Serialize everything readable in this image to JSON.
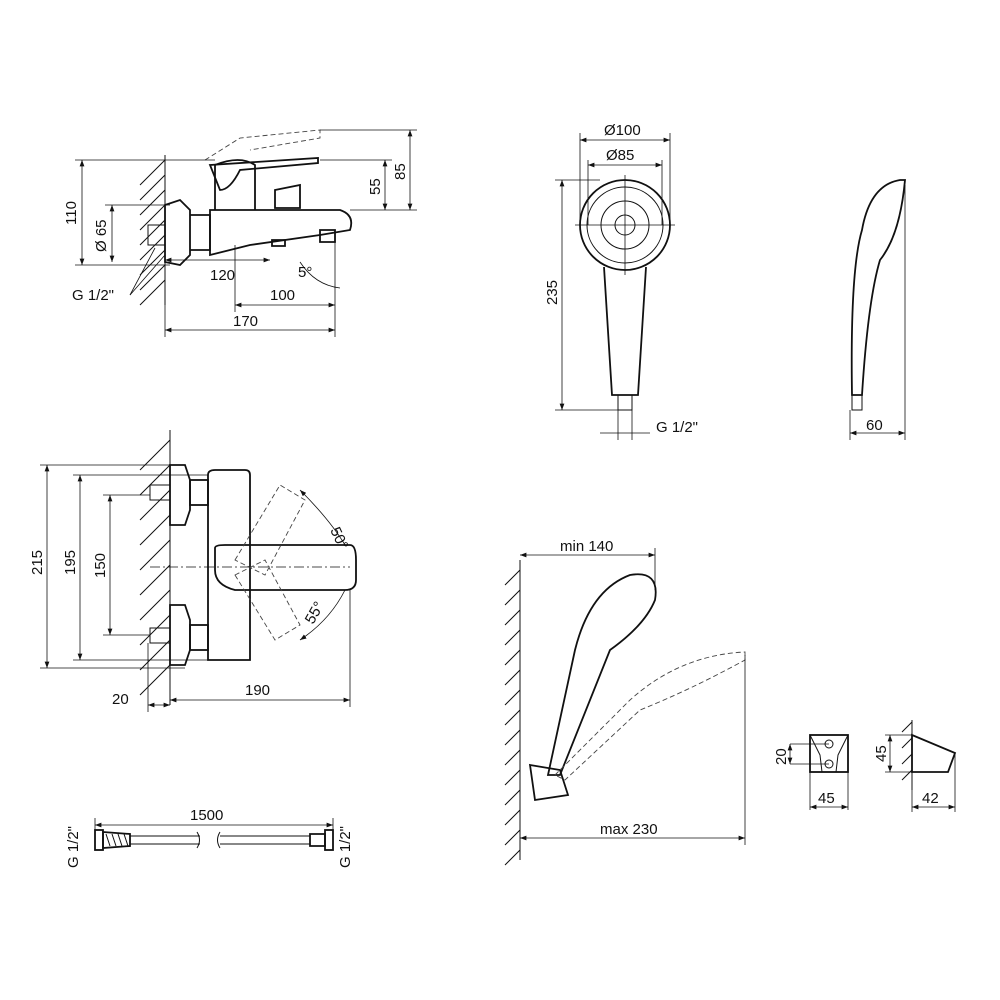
{
  "drawing": {
    "mixer_side": {
      "h110": "110",
      "d65": "Ø 65",
      "thread": "G 1/2\"",
      "w120": "120",
      "w100": "100",
      "w170": "170",
      "h55": "55",
      "h85": "85",
      "angle": "5°"
    },
    "shower_head": {
      "d100": "Ø100",
      "d85": "Ø85",
      "h235": "235",
      "thread": "G 1/2\"",
      "w60": "60"
    },
    "mixer_front": {
      "h215": "215",
      "h195": "195",
      "h150": "150",
      "angle_up": "50°",
      "angle_down": "55°",
      "w20": "20",
      "w190": "190"
    },
    "hose": {
      "length": "1500",
      "thread_left": "G 1/2\"",
      "thread_right": "G 1/2\""
    },
    "wall_mount": {
      "min": "min 140",
      "max": "max 230"
    },
    "holder": {
      "h20": "20",
      "w45": "45",
      "h45": "45",
      "w42": "42"
    }
  }
}
